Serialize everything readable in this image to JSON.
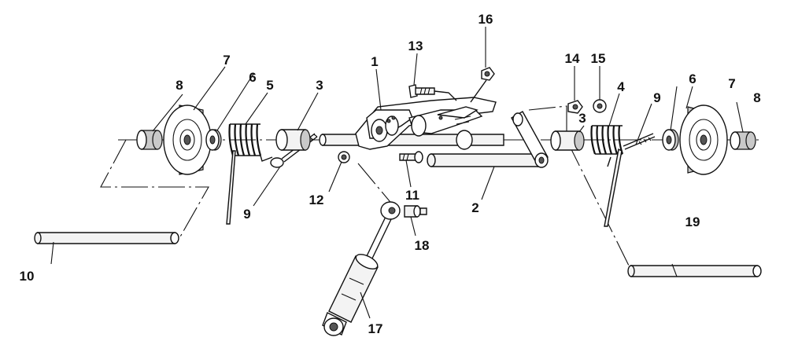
{
  "diagram": {
    "callouts": [
      "1",
      "2",
      "3",
      "3",
      "4",
      "5",
      "6",
      "6",
      "7",
      "7",
      "8",
      "8",
      "9",
      "9",
      "10",
      "11",
      "12",
      "13",
      "14",
      "15",
      "16",
      "17",
      "18",
      "19"
    ]
  }
}
